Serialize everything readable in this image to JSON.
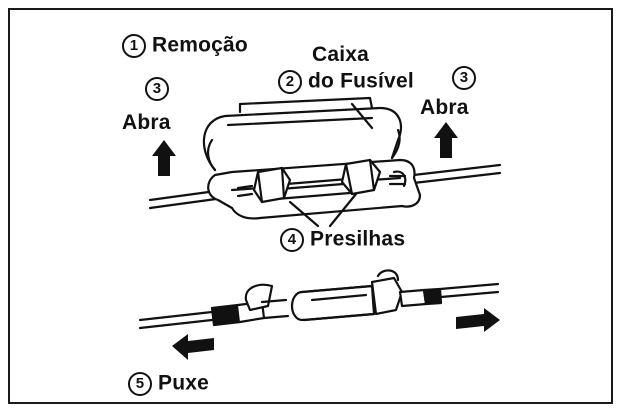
{
  "labels": {
    "remocao": {
      "num": "1",
      "text": "Remoção"
    },
    "caixa_line1": "Caixa",
    "caixa": {
      "num": "2",
      "text": "do Fusível"
    },
    "abra_left": {
      "num": "3",
      "text": "Abra"
    },
    "abra_right": {
      "num": "3",
      "text": "Abra"
    },
    "presilhas": {
      "num": "4",
      "text": "Presilhas"
    },
    "puxe": {
      "num": "5",
      "text": "Puxe"
    }
  },
  "colors": {
    "ink": "#111111",
    "background": "#ffffff",
    "frame": "#1a1a1a"
  },
  "icons": [
    "arrow-up-icon",
    "arrow-left-icon",
    "arrow-right-icon",
    "fuse-holder-illustration",
    "fuse-illustration"
  ]
}
